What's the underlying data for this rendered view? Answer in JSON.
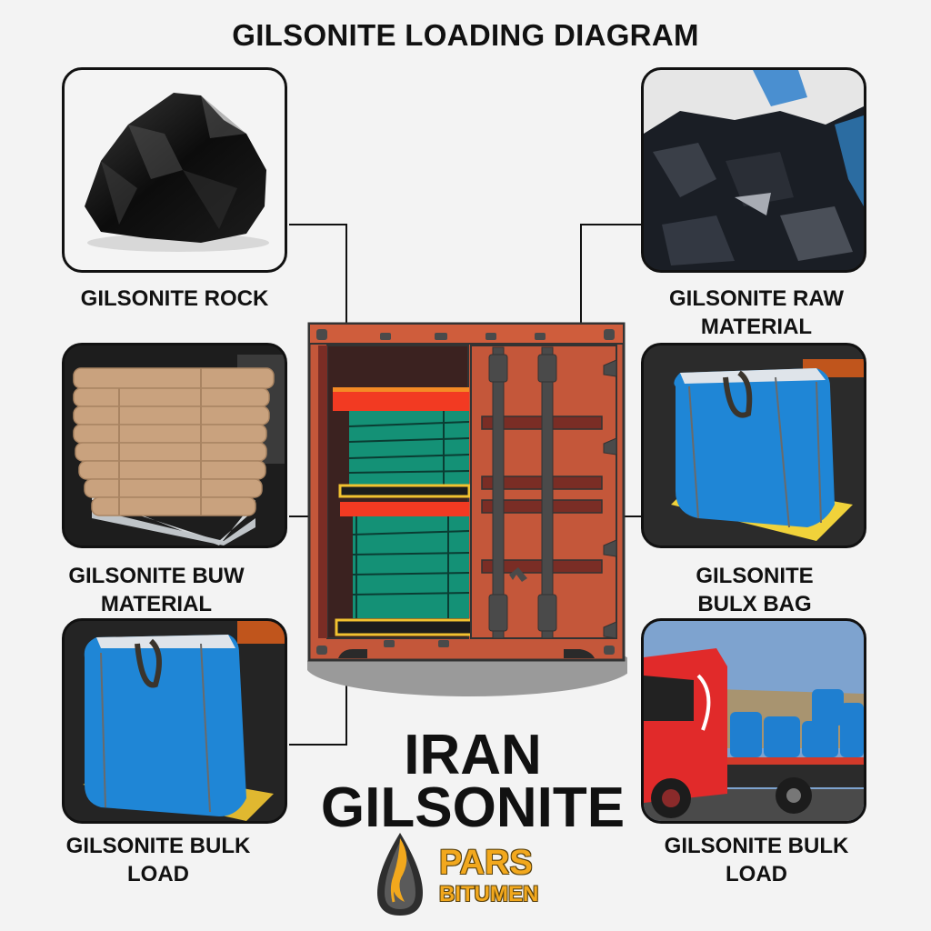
{
  "title": "GILSONITE LOADING DIAGRAM",
  "panels": [
    {
      "id": "rock",
      "caption_line1": "GILSONITE ROCK",
      "caption_line2": "",
      "image": "black-gilsonite-rock"
    },
    {
      "id": "raw",
      "caption_line1": "GILSONITE RAW",
      "caption_line2": "MATERIAL",
      "image": "raw-gilsonite-in-open-bag"
    },
    {
      "id": "buw",
      "caption_line1": "GILSONITE BUW",
      "caption_line2": "MATERIAL",
      "image": "palletized-paper-sacks"
    },
    {
      "id": "bulx",
      "caption_line1": "GILSONITE",
      "caption_line2": "BULX BAG",
      "image": "blue-jumbo-bag-on-pallet"
    },
    {
      "id": "bulk-left",
      "caption_line1": "GILSONITE BULK",
      "caption_line2": "LOAD",
      "image": "blue-jumbo-bag-on-pallet"
    },
    {
      "id": "bulk-right",
      "caption_line1": "GILSONITE BULK",
      "caption_line2": "LOAD",
      "image": "red-truck-with-blue-bags"
    }
  ],
  "center": {
    "illustration": "shipping-container-cutaway",
    "headline_line1": "IRAN",
    "headline_line2": "GILSONITE"
  },
  "logo": {
    "icon": "flame-drop-icon",
    "line1": "PARS",
    "line2": "BITUMEN"
  },
  "colors": {
    "background": "#f3f3f3",
    "container": "#c4573a",
    "container_dark": "#7a2d25",
    "cargo_green": "#149176",
    "cargo_red": "#f23a22",
    "pallet_yellow": "#f2c230",
    "logo_gold": "#f2a81d",
    "bag_blue": "#1f86d6"
  }
}
